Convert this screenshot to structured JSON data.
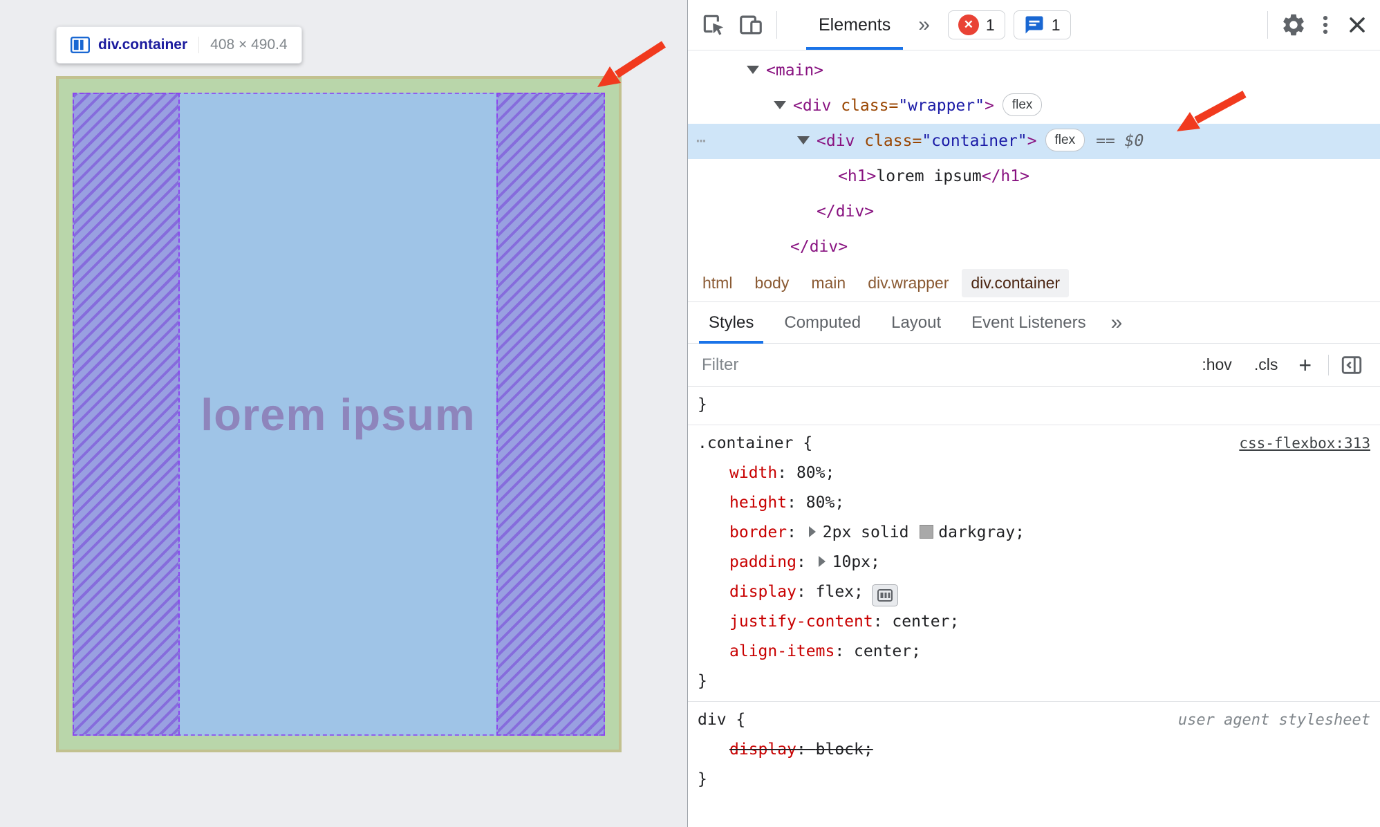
{
  "colors": {
    "arrow_red": "#f13a1e",
    "devtools_accent_blue": "#1a73e8",
    "error_red": "#e94235",
    "selection_blue": "#cfe5f8",
    "tag_purple": "#881280",
    "attr_name_orange": "#994500",
    "attr_value_blue": "#1a1aa6",
    "property_red": "#c80000",
    "overlay_content_blue": "#9fc4e7",
    "overlay_padding_green": "#b9d6aa",
    "overlay_border_olive": "#c2c18f",
    "overlay_hatch_purple": "#7a4bd8",
    "swatch_darkgray": "#a9a9a9"
  },
  "icons": {
    "tooltip_badge": "flexbox-icon",
    "toolbar": [
      "inspect-cursor-icon",
      "device-toolbar-icon",
      "error-badge-icon",
      "message-bubble-icon",
      "gear-icon",
      "kebab-menu-icon",
      "close-icon"
    ],
    "styles": [
      "expand-longhand-icon",
      "color-swatch",
      "flex-editor-icon",
      "toggle-sidebar-icon"
    ]
  },
  "canvas": {
    "tooltip": {
      "selector": "div.container",
      "size": "408 × 490.4"
    },
    "heading": "lorem ipsum"
  },
  "devtools": {
    "toolbar": {
      "elements_tab": "Elements",
      "more_tabs": "»",
      "error_count": "1",
      "issue_count": "1"
    },
    "dom": {
      "row1": {
        "open": "<main>"
      },
      "row2": {
        "tag_open": "<div",
        "attr": " class=",
        "value": "\"wrapper\"",
        "tag_close": ">",
        "badge": "flex"
      },
      "row3": {
        "dots": "⋯",
        "tag_open": "<div",
        "attr": " class=",
        "value": "\"container\"",
        "tag_close": ">",
        "badge": "flex",
        "console_hint": "== $0"
      },
      "row4": {
        "open": "<h1>",
        "text": "lorem ipsum",
        "close": "</h1>"
      },
      "row5": {
        "close": "</div>"
      },
      "row6": {
        "close": "</div>"
      }
    },
    "breadcrumbs": [
      "html",
      "body",
      "main",
      "div.wrapper",
      "div.container"
    ],
    "tabs": [
      "Styles",
      "Computed",
      "Layout",
      "Event Listeners"
    ],
    "tabs_more": "»",
    "filter": {
      "placeholder": "Filter",
      "hov": ":hov",
      "cls": ".cls",
      "plus": "+"
    },
    "styles": {
      "dangling_close": "}",
      "syntax": {
        "colon": ": ",
        "semicolon": ";",
        "open_brace": "{",
        "close_brace": "}"
      },
      "container_rule": {
        "selector": ".container",
        "source_link": "css-flexbox:313",
        "props": {
          "width": {
            "name": "width",
            "value": "80%"
          },
          "height": {
            "name": "height",
            "value": "80%"
          },
          "border": {
            "name": "border",
            "value_pre": "2px solid ",
            "value_keyword": "darkgray",
            "swatch_color": "#a9a9a9"
          },
          "padding": {
            "name": "padding",
            "value": "10px"
          },
          "display": {
            "name": "display",
            "value": "flex"
          },
          "justify_content": {
            "name": "justify-content",
            "value": "center"
          },
          "align_items": {
            "name": "align-items",
            "value": "center"
          }
        }
      },
      "div_rule": {
        "selector": "div",
        "source_link": "user agent stylesheet",
        "props": {
          "display": {
            "name": "display",
            "value": "block"
          }
        }
      }
    }
  }
}
